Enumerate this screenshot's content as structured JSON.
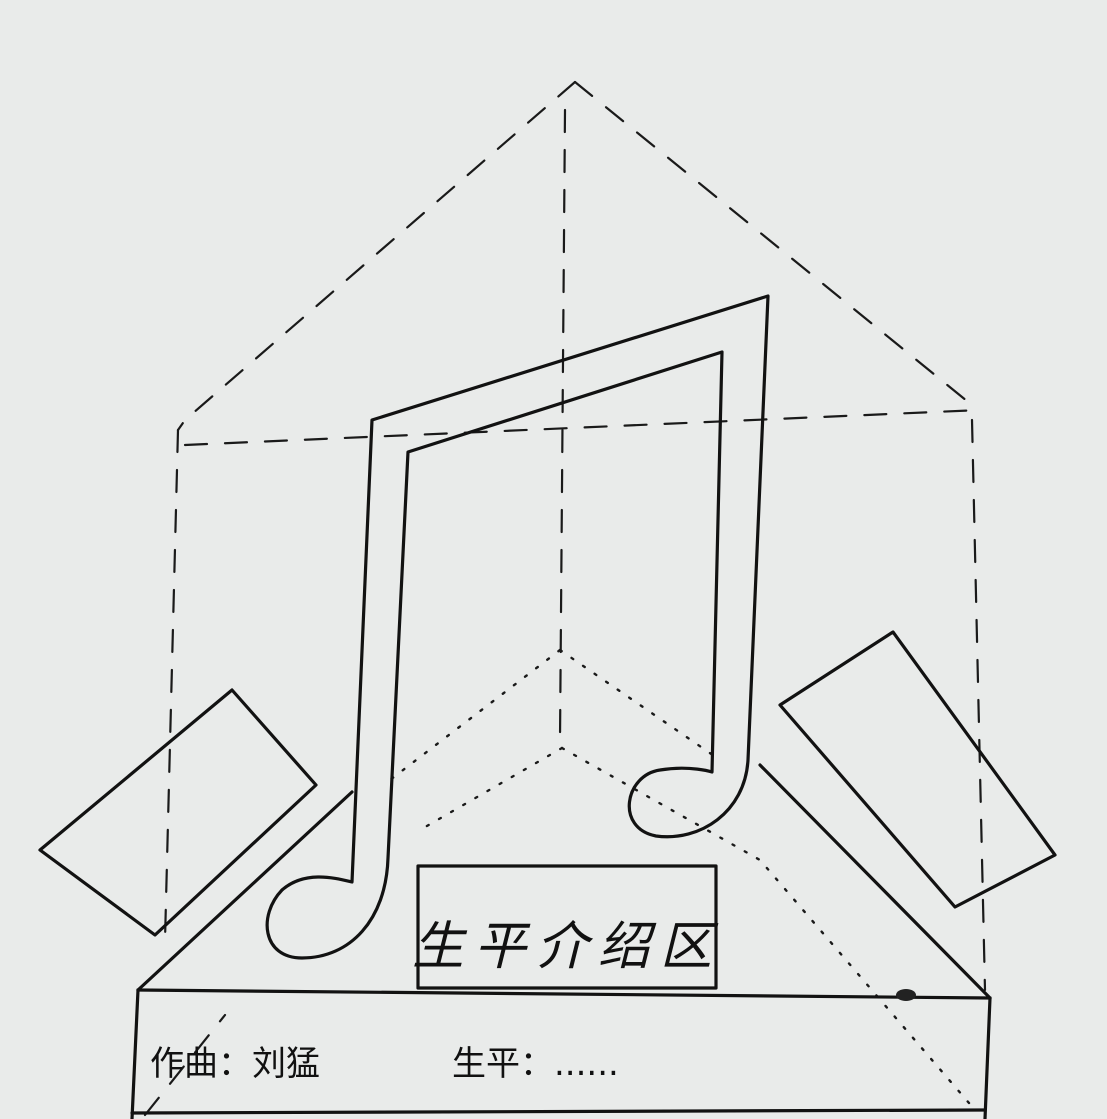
{
  "sign_text": "生平介绍区",
  "composer_label": "作曲：",
  "composer_name": "刘猛",
  "bio_label": "生平：",
  "bio_value": "......"
}
